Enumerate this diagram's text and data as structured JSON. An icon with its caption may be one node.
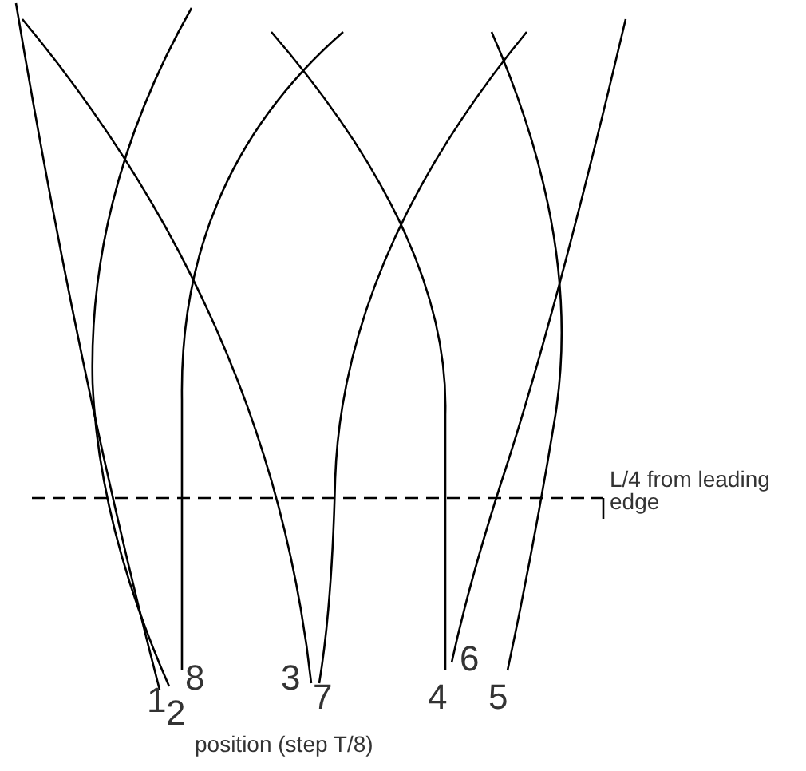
{
  "diagram": {
    "labels": [
      "L/4 from leading edge",
      "1",
      "2",
      "8",
      "3",
      "7",
      "4",
      "6",
      "5",
      "position (step T/8)"
    ]
  }
}
